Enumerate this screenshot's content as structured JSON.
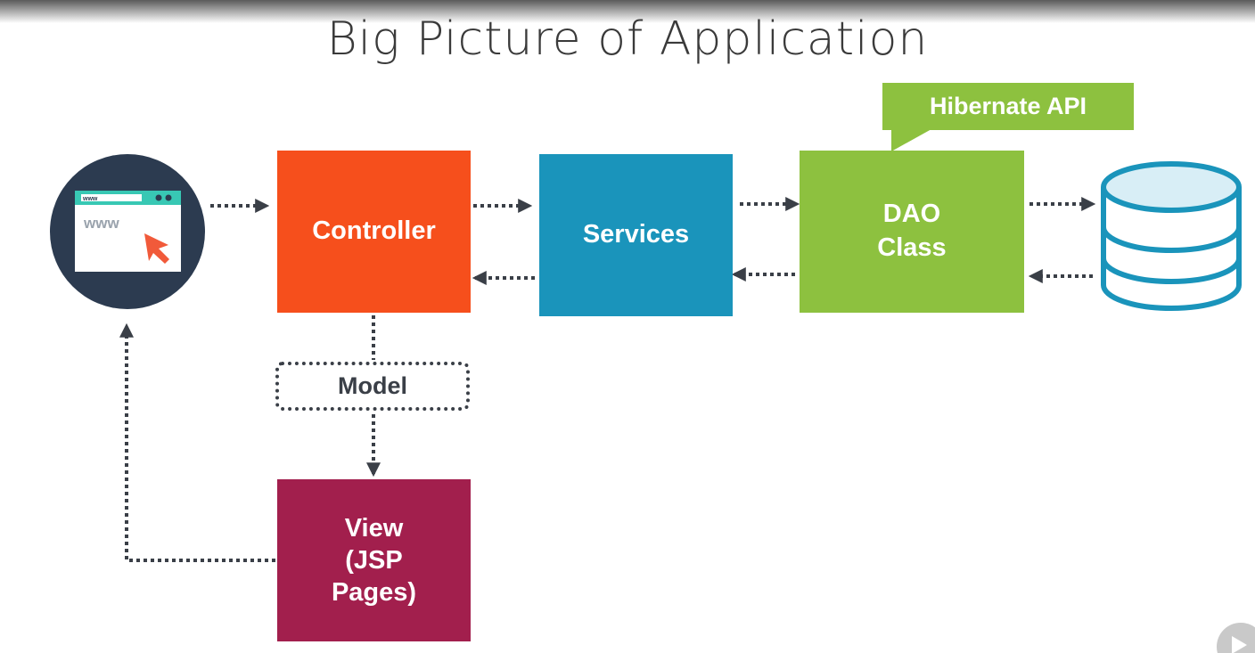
{
  "title": "Big Picture of Application",
  "browser_icon": {
    "url_text": "www",
    "address_text": "www"
  },
  "boxes": {
    "controller": "Controller",
    "services": "Services",
    "dao": [
      "DAO",
      "Class"
    ],
    "model": "Model",
    "view": [
      "View",
      "(JSP",
      "Pages)"
    ]
  },
  "callout": "Hibernate API",
  "colors": {
    "controller": "#f64f1c",
    "services": "#1a94bb",
    "dao": "#8dc13f",
    "view": "#a21f4d",
    "browser_circle": "#2c3b50",
    "database": "#1a94bb",
    "arrows": "#3a3f47"
  }
}
